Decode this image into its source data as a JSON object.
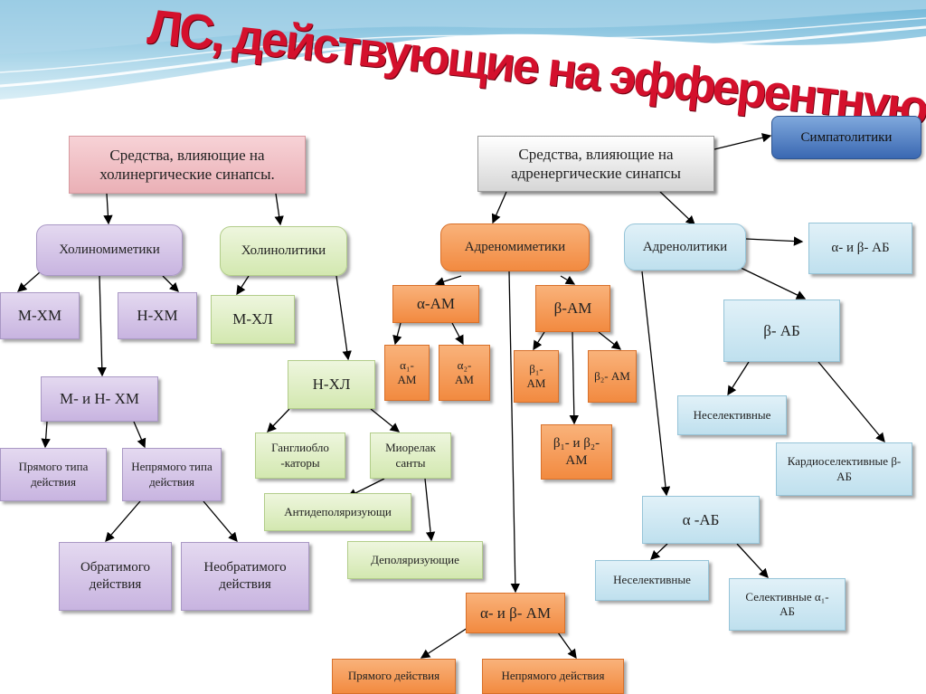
{
  "title": "ЛС, действующие на эфферентную иннервацию",
  "nodes": {
    "cholinergic": "Средства, влияющие на холинергические синапсы.",
    "adrenergic": "Средства, влияющие на адренергические синапсы",
    "sympatholytics": "Симпатолитики",
    "cholinomimetics": "Холиномиметики",
    "cholinolytics": "Холинолитики",
    "adrenomimetics": "Адреномиметики",
    "adrenolytics": "Адренолитики",
    "m_xm": "М-ХМ",
    "n_xm": "Н-ХМ",
    "m_xl": "М-ХЛ",
    "mn_xm": "М- и Н- ХМ",
    "n_xl": "Н-ХЛ",
    "direct_action": "Прямого типа действия",
    "indirect_action": "Непрямого типа действия",
    "reversible": "Обратимого действия",
    "irreversible": "Необратимого действия",
    "ganglioblockers": "Ганглиобло -каторы",
    "myorelaxants": "Миорелак санты",
    "antidepolarizing": "Антидеполяризующи",
    "depolarizing": "Деполяризующие",
    "alpha_am": "α-АМ",
    "beta_am": "β-АМ",
    "alpha1_am": "α₁- АМ",
    "alpha2_am": "α₂- АМ",
    "beta1_am": "β₁- АМ",
    "beta2_am": "β₂- АМ",
    "beta12_am": "β₁- и β₂- АМ",
    "ab_am": "α- и β- АМ",
    "direct_am": "Прямого действия",
    "indirect_am": "Непрямого действия",
    "ab_ab": "α- и β- АБ",
    "beta_ab": "β- АБ",
    "nonselective_beta": "Неселективные",
    "cardioselective": "Кардиоселективные β-АБ",
    "alpha_ab": "α -АБ",
    "nonselective_alpha": "Неселективные",
    "selective_alpha1": "Селективные α₁- АБ"
  }
}
